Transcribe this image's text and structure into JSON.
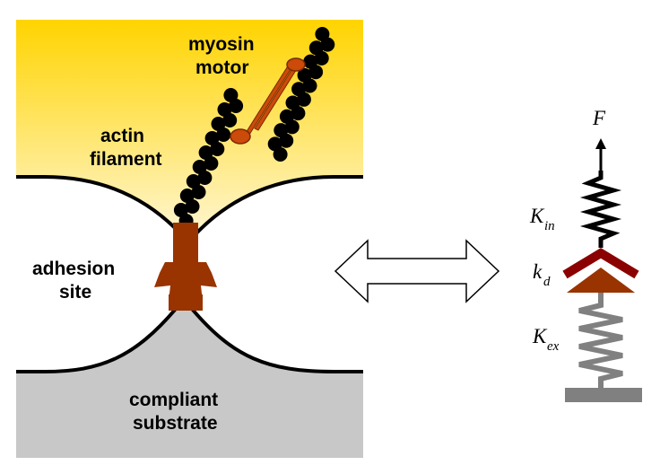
{
  "labels": {
    "myosin_line1": "myosin",
    "myosin_line2": "motor",
    "actin_line1": "actin",
    "actin_line2": "filament",
    "adhesion_line1": "adhesion",
    "adhesion_line2": "site",
    "substrate_line1": "compliant",
    "substrate_line2": "substrate"
  },
  "model": {
    "force": "F",
    "k_in": "K",
    "k_in_sub": "in",
    "k_d": "k",
    "k_d_sub": "d",
    "k_ex": "K",
    "k_ex_sub": "ex"
  },
  "colors": {
    "cell_top": "#ffd400",
    "cell_bottom": "#fff6d0",
    "substrate": "#c8c8c8",
    "adhesion": "#993300",
    "myosin": "#cc4a0a",
    "actin_bead": "#000000",
    "spring_in": "#000000",
    "bond_bar": "#8b0000",
    "bond_triangle": "#993300",
    "spring_ex": "#808080"
  },
  "icons": {
    "arrow": "double-headed-arrow-icon"
  }
}
